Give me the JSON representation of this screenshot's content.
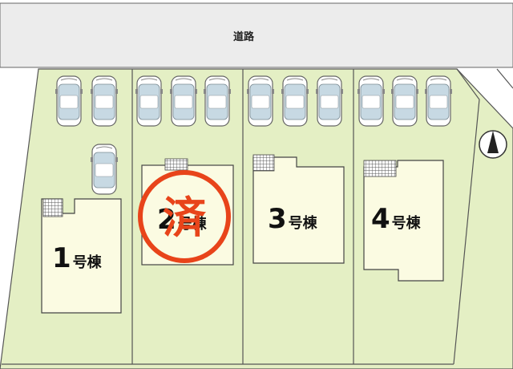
{
  "road": {
    "label": "道路"
  },
  "lots": [
    {
      "number": "1",
      "suffix": "号棟"
    },
    {
      "number": "2",
      "suffix": "号棟"
    },
    {
      "number": "3",
      "suffix": "号棟"
    },
    {
      "number": "4",
      "suffix": "号棟"
    }
  ],
  "stamp": {
    "text": "済"
  },
  "colors": {
    "lot_green": "#e4efc4",
    "house_fill": "#fbfbe2",
    "road_fill": "#ececec",
    "stamp_red": "#e8441a"
  },
  "icons": [
    "car-icon",
    "north-arrow-icon",
    "grid-deck-icon"
  ]
}
